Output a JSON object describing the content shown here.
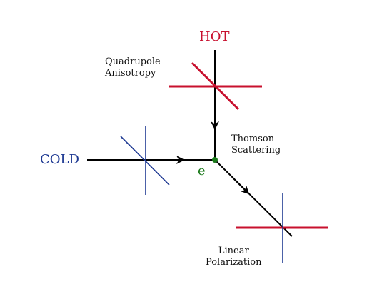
{
  "labels": {
    "hot": "HOT",
    "cold": "COLD",
    "electron": "e⁻",
    "quadrupole_line1": "Quadrupole",
    "quadrupole_line2": "Anisotropy",
    "thomson_line1": "Thomson",
    "thomson_line2": "Scattering",
    "linear_line1": "Linear",
    "linear_line2": "Polarization"
  },
  "colors": {
    "hot": "#c8102e",
    "cold": "#1f3a93",
    "electron": "#1b7a1b",
    "ray": "#000000",
    "text": "#111111"
  }
}
